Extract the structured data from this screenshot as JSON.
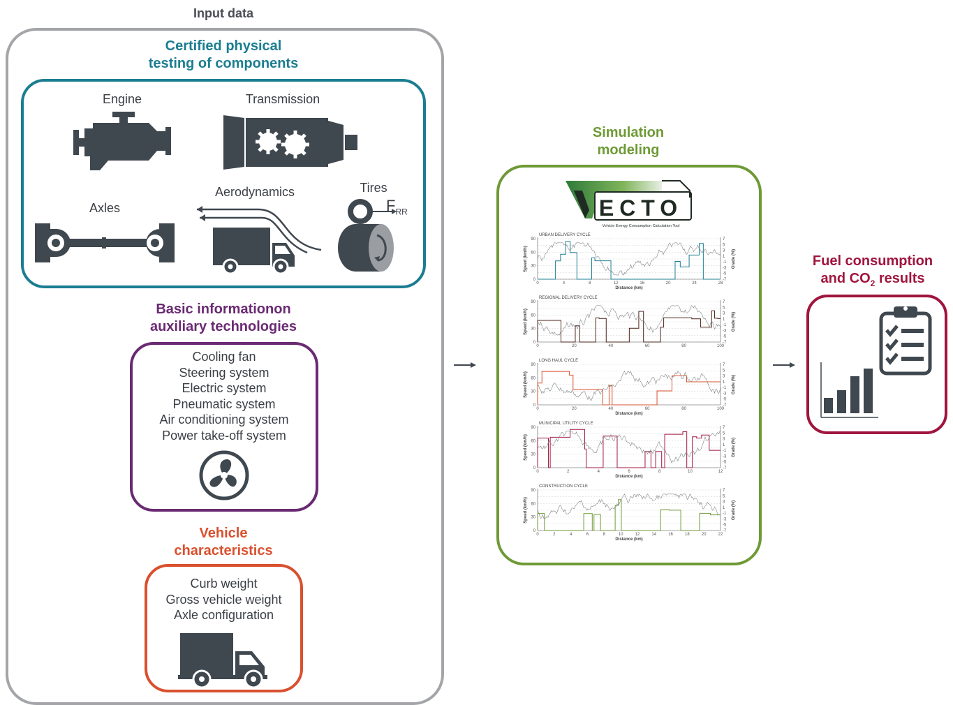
{
  "input": {
    "title": "Input data"
  },
  "certified": {
    "title_line1": "Certified physical",
    "title_line2": "testing of components",
    "engine": "Engine",
    "transmission": "Transmission",
    "axles": "Axles",
    "aerodynamics": "Aerodynamics",
    "tires": "Tires",
    "frr_main": "F",
    "frr_sub": "RR"
  },
  "auxiliary": {
    "title_line1": "Basic informationon",
    "title_line2": "auxiliary technologies",
    "items": [
      "Cooling fan",
      "Steering system",
      "Electric system",
      "Pneumatic system",
      "Air conditioning system",
      "Power take-off system"
    ]
  },
  "vehicle": {
    "title_line1": "Vehicle",
    "title_line2": "characteristics",
    "items": [
      "Curb weight",
      "Gross vehicle weight",
      "Axle configuration"
    ]
  },
  "simulation": {
    "title_line1": "Simulation",
    "title_line2": "modeling",
    "logo_text": "ECTO",
    "logo_caption": "Vehicle Energy Consumption Calculation Tool"
  },
  "results": {
    "title_line1": "Fuel consumption",
    "title_line2_pre": "and CO",
    "title_line2_sub": "2",
    "title_line2_post": " results"
  },
  "colors": {
    "gray": "#a3a5a8",
    "teal": "#1b7d91",
    "purple": "#6a2a73",
    "orange": "#d9502e",
    "green": "#6e9a36",
    "crimson": "#a0153e",
    "icon": "#3f474f"
  },
  "chart_data": [
    {
      "type": "line",
      "title": "URBAN DELIVERY CYCLE",
      "xlabel": "Distance (km)",
      "ylabel": "Speed (km/h)",
      "y2label": "Grade (%)",
      "xticks": [
        "0",
        "4",
        "8",
        "12",
        "16",
        "20",
        "24",
        "28"
      ],
      "yticks": [
        "0",
        "30",
        "60",
        "90"
      ],
      "y2ticks": [
        "7",
        "5",
        "3",
        "1",
        "-1",
        "-3",
        "-5",
        "-7"
      ],
      "series": [
        {
          "color": "#1b7d91"
        },
        {
          "color": "#808488"
        }
      ]
    },
    {
      "type": "line",
      "title": "REGIONAL DELIVERY CYCLE",
      "xlabel": "",
      "ylabel": "Speed (km/h)",
      "y2label": "Grade (%)",
      "xticks": [
        "0",
        "20",
        "40",
        "60",
        "80",
        "100"
      ],
      "yticks": [
        "0",
        "30",
        "60",
        "90"
      ],
      "y2ticks": [
        "7",
        "5",
        "3",
        "1",
        "-1",
        "-3",
        "-5",
        "-7"
      ],
      "series": [
        {
          "color": "#4a2418"
        },
        {
          "color": "#808488"
        }
      ]
    },
    {
      "type": "line",
      "title": "LONG HAUL CYCLE",
      "xlabel": "Distance (km)",
      "ylabel": "Speed (km/h)",
      "y2label": "Grade (%)",
      "xticks": [
        "0",
        "20",
        "40",
        "60",
        "80",
        "100"
      ],
      "yticks": [
        "0",
        "30",
        "60",
        "90"
      ],
      "y2ticks": [
        "7",
        "5",
        "3",
        "1",
        "-1",
        "-3",
        "-5",
        "-7"
      ],
      "series": [
        {
          "color": "#d9502e"
        },
        {
          "color": "#808488"
        }
      ]
    },
    {
      "type": "line",
      "title": "MUNICIPAL UTILITY CYCLE",
      "xlabel": "Distance (km)",
      "ylabel": "Speed (km/h)",
      "y2label": "Grade (%)",
      "xticks": [
        "0",
        "2",
        "4",
        "6",
        "8",
        "10",
        "12"
      ],
      "yticks": [
        "0",
        "30",
        "60",
        "90"
      ],
      "y2ticks": [
        "7",
        "5",
        "3",
        "1",
        "-1",
        "-3",
        "-5",
        "-7"
      ],
      "series": [
        {
          "color": "#a0153e"
        },
        {
          "color": "#808488"
        }
      ]
    },
    {
      "type": "line",
      "title": "CONSTRUCTION CYCLE",
      "xlabel": "Distance (km)",
      "ylabel": "Speed (km/h)",
      "y2label": "Grade (%)",
      "xticks": [
        "0",
        "2",
        "4",
        "6",
        "8",
        "10",
        "12",
        "14",
        "16",
        "18",
        "20",
        "22"
      ],
      "yticks": [
        "0",
        "30",
        "60",
        "90"
      ],
      "y2ticks": [
        "7",
        "5",
        "3",
        "1",
        "-1",
        "-3",
        "-5",
        "-7"
      ],
      "series": [
        {
          "color": "#6e9a36"
        },
        {
          "color": "#808488"
        }
      ]
    }
  ]
}
